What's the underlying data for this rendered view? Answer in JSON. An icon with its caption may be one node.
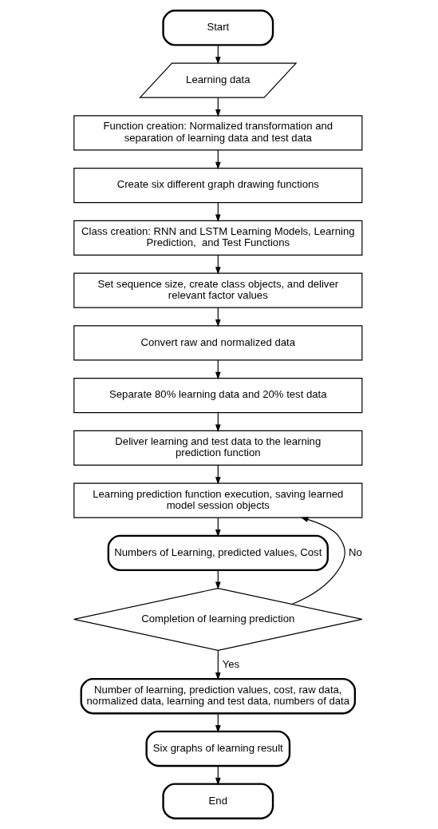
{
  "diagram": {
    "nodes": [
      {
        "text": [
          "Start"
        ]
      },
      {
        "text": [
          "Learning data"
        ]
      },
      {
        "text": [
          "Function creation: Normalized transformation and separation of learning data and test data"
        ]
      },
      {
        "text": [
          "Create six different graph drawing functions"
        ]
      },
      {
        "text": [
          "Class creation: RNN and LSTM Learning Models, Learning Prediction,  and Test Functions"
        ]
      },
      {
        "text": [
          "Set sequence size, create class objects, and deliver relevant factor values"
        ]
      },
      {
        "text": [
          "Convert raw and normalized data"
        ]
      },
      {
        "text": [
          "Separate 80% learning data and 20% test data"
        ]
      },
      {
        "text": [
          "Deliver learning and test data to the learning prediction function"
        ]
      },
      {
        "text": [
          "Learning prediction function execution, saving learned model session objects"
        ]
      },
      {
        "text": [
          "Numbers of Learning, predicted values, Cost"
        ]
      },
      {
        "text": [
          "Completion of learning prediction"
        ]
      },
      {
        "text": [
          "Number of learning, prediction values, cost, raw data, normalized data, learning and test data, numbers of data"
        ]
      },
      {
        "text": [
          "Six graphs of learning result"
        ]
      },
      {
        "text": [
          "End"
        ]
      }
    ],
    "edges": [
      {
        "from": 0,
        "to": 1,
        "arrow": "to"
      },
      {
        "from": 1,
        "to": 2,
        "arrow": "to"
      },
      {
        "from": 2,
        "to": 3,
        "arrow": "to"
      },
      {
        "from": 3,
        "to": 4,
        "arrow": "to"
      },
      {
        "from": 4,
        "to": 5,
        "arrow": "to"
      },
      {
        "from": 5,
        "to": 6,
        "arrow": "to"
      },
      {
        "from": 6,
        "to": 7,
        "arrow": "to"
      },
      {
        "from": 7,
        "to": 8,
        "arrow": "to"
      },
      {
        "from": 8,
        "to": 9,
        "arrow": "to"
      },
      {
        "from": 9,
        "to": 10,
        "arrow": "to"
      },
      {
        "from": 10,
        "to": 11,
        "arrow": "to"
      },
      {
        "from": 11,
        "to": 9,
        "arrow": "to",
        "label": "No"
      },
      {
        "from": 11,
        "to": 12,
        "arrow": "to",
        "label": "Yes"
      },
      {
        "from": 12,
        "to": 13,
        "arrow": "to"
      },
      {
        "from": 13,
        "to": 14,
        "arrow": "to"
      }
    ]
  }
}
